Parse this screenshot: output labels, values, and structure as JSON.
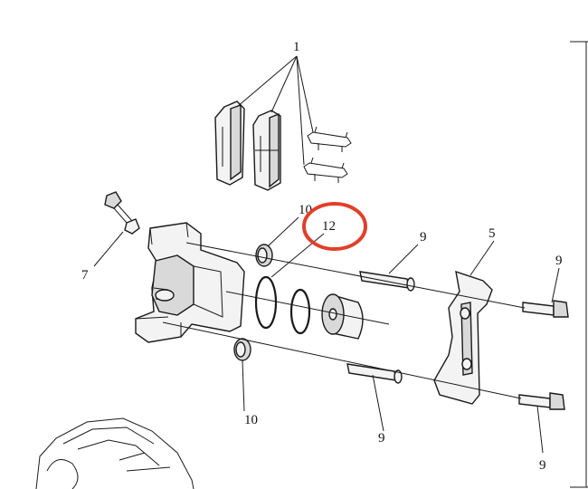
{
  "callouts": {
    "pads": "1",
    "caliper_carrier": "5",
    "bleed_screw": "7",
    "guide_pin_upper": "9",
    "bolt_upper": "9",
    "guide_pin_lower": "9",
    "bolt_lower": "9",
    "boot_upper": "10",
    "boot_lower": "10",
    "piston_seal": "12"
  },
  "highlight": {
    "color": "#e0402a",
    "target": "12"
  }
}
